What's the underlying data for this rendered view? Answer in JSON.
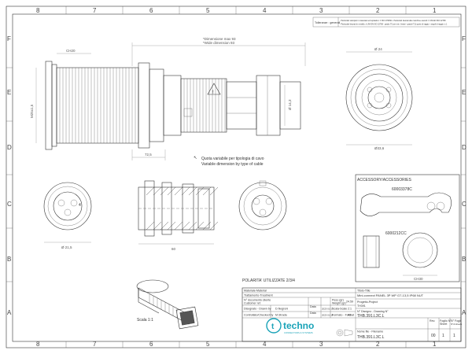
{
  "frame": {
    "cols_top": [
      "8",
      "7",
      "6",
      "5",
      "4",
      "3",
      "2",
      "1"
    ],
    "rows_side": [
      "F",
      "E",
      "D",
      "C",
      "B",
      "A"
    ]
  },
  "colors": {
    "brand": "#1aa3b8",
    "line": "#333333"
  },
  "notes": {
    "tolleranze_label": "Tolleranze : generali",
    "tolleranze_lines": [
      "- Particolari stampati in materiale termoplastico: ± ISO 2768/94 - Particolari lavorati alle macchine utensili: ± UNI EN ISO 22768",
      "- Particolari lavorati in metallo: ± UNI EN ISO 22768 - grado f71 per mm. lineari - grado f711 quote di raggio - angoli di raggio: ± 1"
    ]
  },
  "dimensions": {
    "overall_it": "*Dimensione max 93",
    "overall_en": "*Wide dimension 93",
    "ch20": "CH20",
    "pg": "M25x1,5",
    "d143": "Ø 14,3",
    "len1": "72,5",
    "d24": "Ø 24",
    "d336": "Ø33,6",
    "d215": "Ø 21,5",
    "len2": "60",
    "ch30": "CH30"
  },
  "variable_note": {
    "it": "Quota variabile per tipologia di cavo",
    "en": "Variable dimension by type of cable"
  },
  "accessories": {
    "title": "ACCESSORY/ACCESSORIES",
    "code1": "60003378C",
    "code2": "6000212CC"
  },
  "polarity": "POLARITA' UTILIZZATE 2/3/4",
  "scale_note": "Scala 1:1",
  "title_block": {
    "materiale": "Materiale-Material",
    "trattamento": "Trattamento-Treatment",
    "doc_label": "N° documento cliente",
    "doc_label2": "Customer ref.",
    "peso_label": "Peso (gr)",
    "peso_label2": "Weight (gr)",
    "peso_value": "24.59",
    "designer_label": "Disegnato - Drawn by",
    "designer_value": "D.Negroni",
    "data_label": "Data",
    "data_value1": "2023-01-17",
    "scale_label": "Scala-Scale",
    "scale_value": "2:1",
    "checked_label": "Controllato/Checked by",
    "checked_value": "M.Strada",
    "data_value2": "2023-01-18",
    "format_label": "Formato - Format",
    "format_value": "A3",
    "titolo_label": "Titolo-Title",
    "titolo_value": "Mini-connect PANEL 3P WP G7-13,5 IP68 NUT",
    "progetto_label": "Progetto-Project",
    "progetto_value": "TH391",
    "drawing_no_label": "N° Disegno - Drawing N°",
    "drawing_no_value": "THB.391.L3C.L",
    "rev_label": "Rev.",
    "rev_value": "00",
    "foglio_label": "Foglio N°",
    "foglio_value": "1",
    "nfogli_label": "N° Fogli",
    "nfogli_value": "1",
    "sheet_label": "Sheet",
    "nsheet_label": "N°di sheets",
    "file_label": "Nome file - Filename",
    "file_value": "THB.391.L3C.L"
  },
  "logo": {
    "text": "techno",
    "letter": "t",
    "tagline": "CONNECTORS & SYSTEMS"
  }
}
